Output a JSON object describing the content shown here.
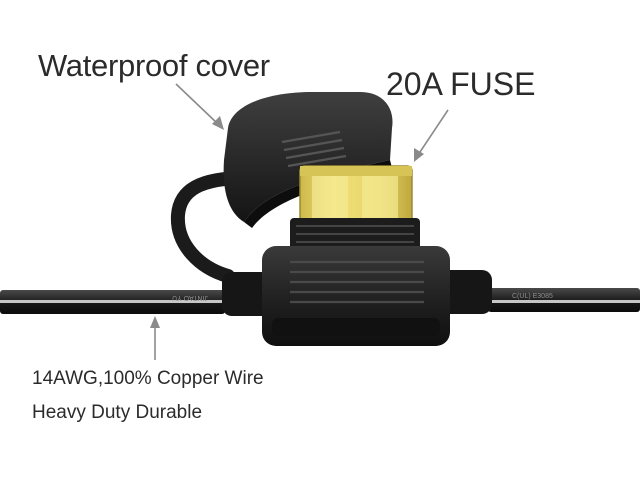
{
  "labels": {
    "waterproof_cover": "Waterproof cover",
    "fuse": "20A FUSE",
    "wire": "14AWG,100% Copper Wire",
    "durability": "Heavy Duty Durable"
  },
  "wire_print": {
    "left": "JINTAO  YU",
    "right": "C(UL)  E3085"
  },
  "colors": {
    "background": "#ffffff",
    "housing": "#1f1f1f",
    "fuse_body": "#e8d86a",
    "label_text": "#2b2b2b",
    "arrow": "#8a8a8a"
  }
}
